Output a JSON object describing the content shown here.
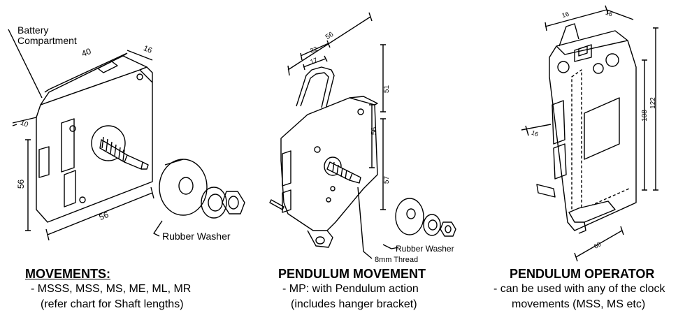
{
  "left": {
    "battery_label_line1": "Battery",
    "battery_label_line2": "Compartment",
    "dims": {
      "width_top": "40",
      "depth": "16",
      "small": "10",
      "height": "56",
      "width_bottom": "56"
    },
    "rubber_washer_label": "Rubber Washer",
    "heading": "MOVEMENTS:",
    "line1": "- MSSS, MSS, MS, ME, ML, MR",
    "line2": "(refer chart for Shaft lengths)"
  },
  "middle": {
    "dims": {
      "top": "56",
      "a": "22",
      "b": "17",
      "right_upper": "51",
      "right_mid": "56",
      "right_lower": "57"
    },
    "rubber_washer_label": "Rubber Washer",
    "thread_label": "8mm Thread",
    "heading": "PENDULUM MOVEMENT",
    "line1": "- MP:  with Pendulum action",
    "line2": "(includes hanger bracket)"
  },
  "right": {
    "dims": {
      "top_a": "16",
      "top_b": "16",
      "side": "16",
      "h1": "108",
      "h2": "122",
      "bottom": "60"
    },
    "heading": "PENDULUM OPERATOR",
    "line1": "- can be used with any of the clock",
    "line2": "movements  (MSS, MS etc)"
  }
}
